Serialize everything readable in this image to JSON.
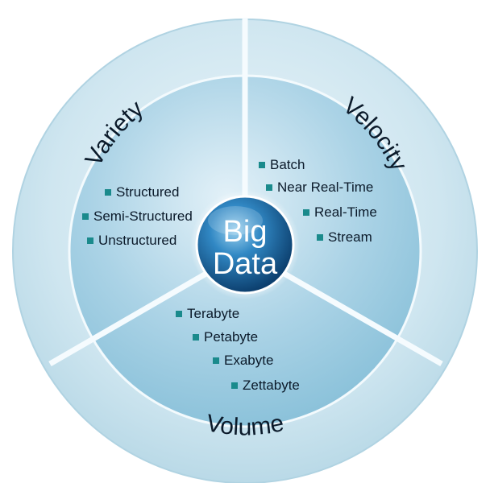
{
  "center": {
    "line1": "Big",
    "line2": "Data"
  },
  "segments": {
    "variety": {
      "label": "Variety",
      "items": [
        "Structured",
        "Semi-Structured",
        "Unstructured"
      ]
    },
    "velocity": {
      "label": "Velocity",
      "items": [
        "Batch",
        "Near Real-Time",
        "Real-Time",
        "Stream"
      ]
    },
    "volume": {
      "label": "Volume",
      "items": [
        "Terabyte",
        "Petabyte",
        "Exabyte",
        "Zettabyte"
      ]
    }
  },
  "colors": {
    "outer_ring": "#d3e9f2",
    "inner_disc": "#a9d3e6",
    "center_orb": "#1d72ad",
    "bullet": "#1a8a8c",
    "text": "#0b1a2a"
  }
}
